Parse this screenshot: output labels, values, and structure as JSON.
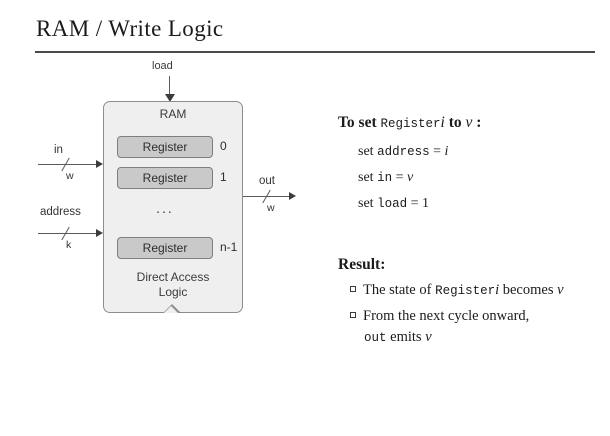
{
  "slide": {
    "title": "RAM / Write Logic",
    "background": "#ffffff"
  },
  "diagram": {
    "load_label": "load",
    "ram_title": "RAM",
    "registers": [
      {
        "label": "Register",
        "index": "0"
      },
      {
        "label": "Register",
        "index": "1"
      },
      {
        "label": "Register",
        "index": "n-1"
      }
    ],
    "ellipsis": "...",
    "direct_access_logic_line1": "Direct Access",
    "direct_access_logic_line2": "Logic",
    "inputs": [
      {
        "name": "in",
        "width": "w"
      },
      {
        "name": "address",
        "width": "k"
      }
    ],
    "output": {
      "name": "out",
      "width": "w"
    },
    "colors": {
      "ram_fill": "#efefef",
      "ram_stroke": "#8d8d8d",
      "register_fill": "#c9c9c9",
      "register_stroke": "#7e7e7e",
      "wire": "#5a5a5a"
    }
  },
  "instructions": {
    "heading_prefix": "To set ",
    "heading_mono": "Register",
    "heading_var1": "i",
    "heading_mid": " to ",
    "heading_var2": "v",
    "heading_suffix": " :",
    "lines": [
      {
        "set": "set ",
        "signal": "address",
        "eq": " = ",
        "value": "i"
      },
      {
        "set": "set ",
        "signal": "in",
        "eq": " = ",
        "value": "v"
      },
      {
        "set": "set ",
        "signal": "load",
        "eq": " = ",
        "value": "1"
      }
    ]
  },
  "result": {
    "heading": "Result:",
    "bullets": [
      {
        "pre": "The state of ",
        "mono": "Register",
        "var1": "i",
        "post": "  becomes ",
        "var2": "v"
      },
      {
        "pre": "From the next cycle onward,",
        "mono2": "out",
        "post2": " emits ",
        "var3": "v"
      }
    ],
    "bullet_glyph": "square-outline"
  }
}
